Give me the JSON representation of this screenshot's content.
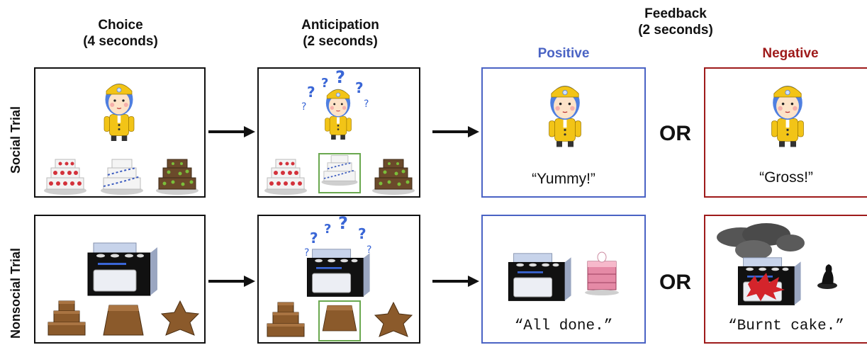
{
  "headers": {
    "choice": {
      "line1": "Choice",
      "line2": "(4 seconds)"
    },
    "anticipation": {
      "line1": "Anticipation",
      "line2": "(2 seconds)"
    },
    "feedback": {
      "line1": "Feedback",
      "line2": "(2 seconds)"
    },
    "positive": "Positive",
    "negative": "Negative"
  },
  "rows": {
    "social": "Social Trial",
    "nonsocial": "Nonsocial Trial"
  },
  "or_label": "OR",
  "captions": {
    "social_positive": "“Yummy!”",
    "social_negative": "“Gross!”",
    "nonsocial_positive": "“All done.”",
    "nonsocial_negative": "“Burnt cake.”"
  },
  "colors": {
    "positive": "#4a63c4",
    "negative": "#9e1a1a",
    "selection_box": "#6aa84f"
  },
  "icons": [
    "character-icon",
    "cake-icon",
    "oven-icon",
    "question-marks-icon",
    "smoke-icon",
    "arrow-icon"
  ]
}
